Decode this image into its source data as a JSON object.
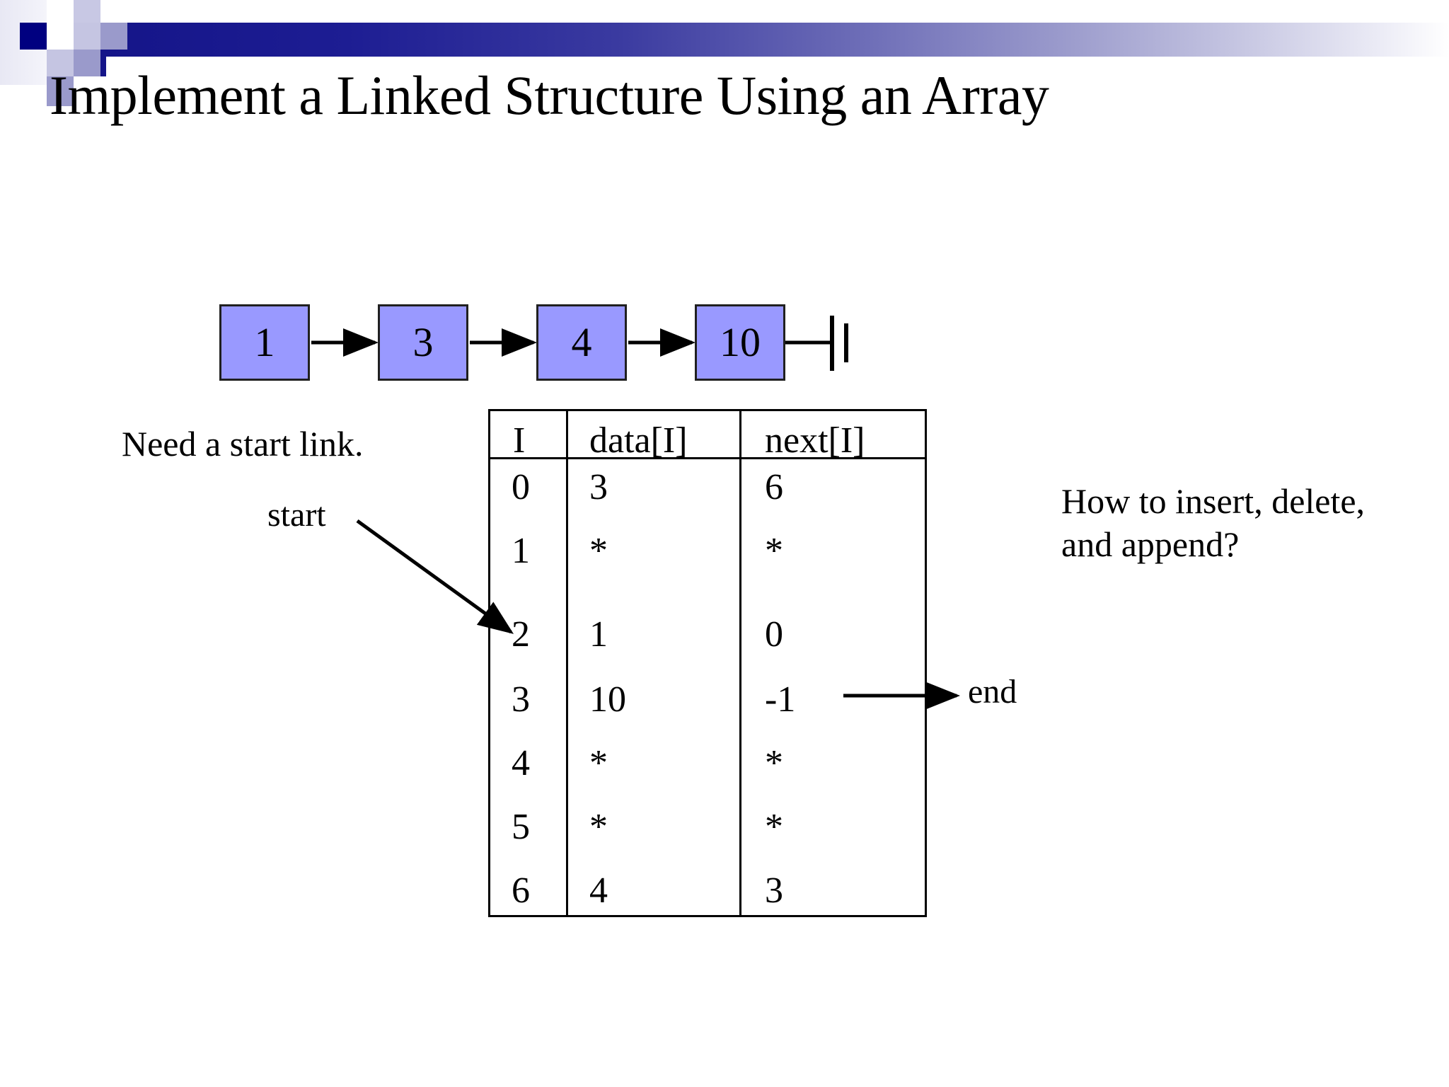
{
  "slide": {
    "title": "Implement a Linked Structure Using an Array",
    "background_color": "#ffffff",
    "header_bar_color_left": "#151589",
    "header_bar_color_right": "#ffffff",
    "accent_square_color": "#000080"
  },
  "linked_list": {
    "nodes": [
      "1",
      "3",
      "4",
      "10"
    ],
    "node_fill_color": "#9999ff",
    "node_border_color": "#202020",
    "terminator": "null-ground-symbol"
  },
  "notes": {
    "need_start_link": "Need a start link.",
    "start_label": "start",
    "end_label": "end",
    "question": "How to insert, delete, and append?"
  },
  "array_table": {
    "headers": [
      "I",
      "data[I]",
      "next[I]"
    ],
    "rows": [
      {
        "i": "0",
        "data": "3",
        "next": "6"
      },
      {
        "i": "1",
        "data": "*",
        "next": "*"
      },
      {
        "i": "2",
        "data": "1",
        "next": "0"
      },
      {
        "i": "3",
        "data": "10",
        "next": "-1"
      },
      {
        "i": "4",
        "data": "*",
        "next": "*"
      },
      {
        "i": "5",
        "data": "*",
        "next": "*"
      },
      {
        "i": "6",
        "data": "4",
        "next": "3"
      }
    ]
  }
}
